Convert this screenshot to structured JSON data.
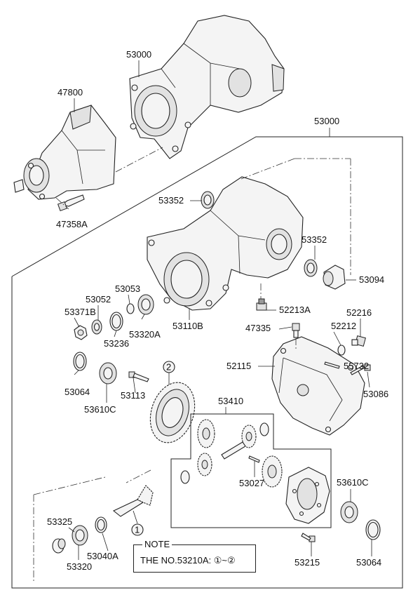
{
  "callouts": {
    "c53000_top": "53000",
    "c47800": "47800",
    "c53000_main": "53000",
    "c53352_a": "53352",
    "c53352_b": "53352",
    "c47358A": "47358A",
    "c53094": "53094",
    "c52213A": "52213A",
    "c53052": "53052",
    "c53053": "53053",
    "c53371B": "53371B",
    "c53320A": "53320A",
    "c53110B": "53110B",
    "c53236": "53236",
    "c47335": "47335",
    "c52216": "52216",
    "c52212": "52212",
    "c52115": "52115",
    "c55732": "55732",
    "c53064_a": "53064",
    "c53113": "53113",
    "c53610C_a": "53610C",
    "c53086": "53086",
    "c53410": "53410",
    "c53027": "53027",
    "c53610C_b": "53610C",
    "c53325": "53325",
    "c53320": "53320",
    "c53040A": "53040A",
    "c53215": "53215",
    "c53064_b": "53064",
    "mark_1": "1",
    "mark_2": "2"
  },
  "note": {
    "title": "NOTE",
    "text": "THE NO.53210A: ①~②"
  }
}
